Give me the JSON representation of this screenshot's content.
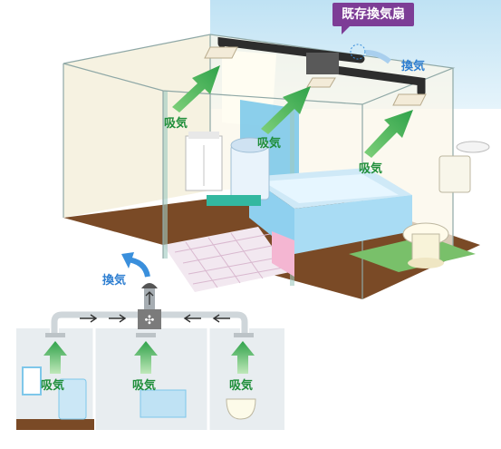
{
  "title_badge": "既存換気扇",
  "labels": {
    "exhaust_top": "換気",
    "intake_room1": "吸気",
    "intake_room2": "吸気",
    "intake_room3": "吸気",
    "exhaust_bottom": "換気",
    "intake_bottom_left": "吸気",
    "intake_bottom_center": "吸気",
    "intake_bottom_right": "吸気"
  },
  "colors": {
    "badge": "#7d3d96",
    "intake_arrow": "#4fb75c",
    "exhaust_arrow": "#3a8fdc",
    "sky": "#cfe8f6",
    "duct": "#3c3c3c"
  }
}
